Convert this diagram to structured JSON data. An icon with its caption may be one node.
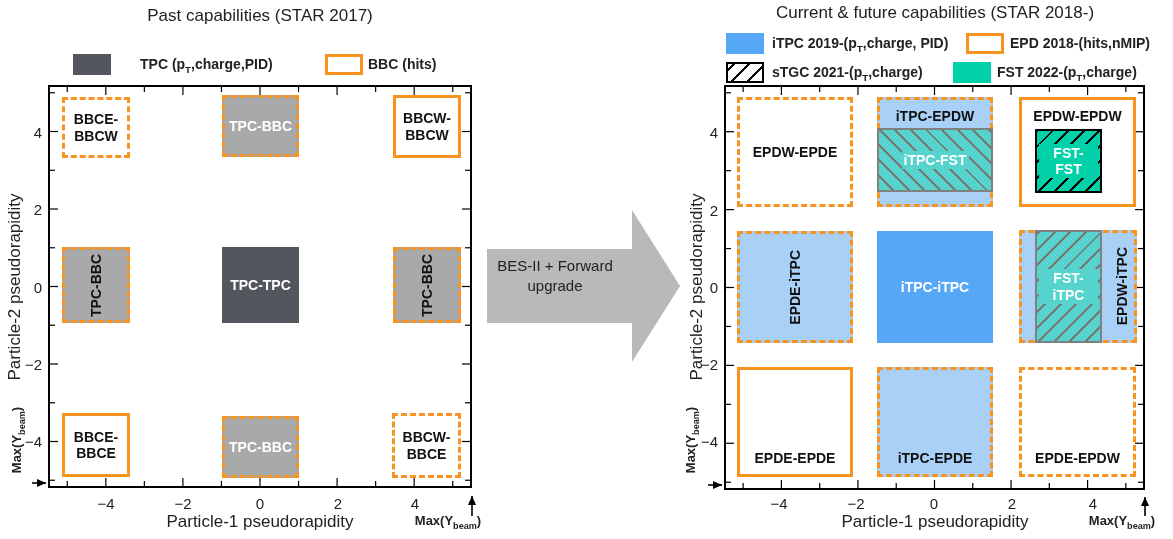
{
  "diagram": {
    "nodes": [
      {
        "text": [
          "Past capabilities (STAR 2017)"
        ]
      },
      {
        "text": [
          "BBCE- BBCW"
        ],
        "in": 0
      },
      {
        "text": [
          "TPC-BBC"
        ],
        "in": 0
      },
      {
        "text": [
          "BBCW- BBCW"
        ],
        "in": 0
      },
      {
        "text": [
          "TPC-BBC"
        ],
        "in": 0
      },
      {
        "text": [
          "TPC-TPC"
        ],
        "in": 0
      },
      {
        "text": [
          "TPC-BBC"
        ],
        "in": 0
      },
      {
        "text": [
          "BBCE- BBCE"
        ],
        "in": 0
      },
      {
        "text": [
          "TPC-BBC"
        ],
        "in": 0
      },
      {
        "text": [
          "BBCW- BBCE"
        ],
        "in": 0
      },
      {
        "text": [
          "Current & future capabilities (STAR 2018-)"
        ]
      },
      {
        "text": [
          "EPDW-EPDE"
        ],
        "in": 10
      },
      {
        "text": [
          "iTPC-EPDW"
        ],
        "in": 10
      },
      {
        "text": [
          "iTPC-FST"
        ],
        "in": 12
      },
      {
        "text": [
          "EPDW-EPDW"
        ],
        "in": 10
      },
      {
        "text": [
          "FST- FST"
        ],
        "in": 14
      },
      {
        "text": [
          "EPDE-iTPC"
        ],
        "in": 10
      },
      {
        "text": [
          "iTPC-iTPC"
        ],
        "in": 10
      },
      {
        "text": [
          "EPDW-iTPC"
        ],
        "in": 10
      },
      {
        "text": [
          "FST- iTPC"
        ],
        "in": 18
      },
      {
        "text": [
          "EPDE-EPDE"
        ],
        "in": 10
      },
      {
        "text": [
          "iTPC-EPDE"
        ],
        "in": 10
      },
      {
        "text": [
          "EPDE-EPDW"
        ],
        "in": 10
      }
    ],
    "edges": [
      {
        "from": 0,
        "to": 10,
        "arrow": "to",
        "label": "BES-II + Forward upgrade"
      }
    ],
    "labels": [
      "Particle-2 pseudorapidity",
      "4",
      "2",
      "0",
      "−2",
      "−4",
      "Max(Y$_{beam}$)",
      "−4",
      "−2",
      "0",
      "2",
      "4",
      "Particle-1 pseudorapidity",
      "Max(Y$_{beam}$)",
      "Particle-2 pseudorapidity",
      "4",
      "2",
      "0",
      "−2",
      "−4",
      "Max(Y$_{beam}$)",
      "−4",
      "−2",
      "0",
      "2",
      "4",
      "Particle-1 pseudorapidity",
      "Max(Y$_{beam}$)"
    ],
    "legend": [
      {
        "text": "TPC (p$_{T}$,charge,PID)",
        "color": "#53565c"
      },
      {
        "text": "BBC (hits)"
      },
      {
        "text": "iTPC 2019-(p$_{T}$,charge, PID)",
        "color": "#56a8f7"
      },
      {
        "text": "EPD 2018-(hits,nMIP)"
      },
      {
        "text": "sTGC 2021-(p$_{T}$,charge)"
      },
      {
        "text": "FST 2022-(p$_{T}$,charge)",
        "color": "#00d1a8"
      }
    ]
  }
}
